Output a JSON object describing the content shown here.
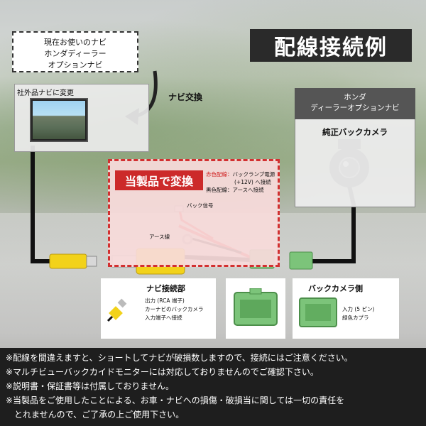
{
  "title": "配線接続例",
  "current_nav": {
    "lines": [
      "現在お使いのナビ",
      "ホンダディーラー",
      "オプションナビ"
    ]
  },
  "aftermarket": {
    "label": "社外品ナビに変更"
  },
  "swap": {
    "label": "ナビ交換"
  },
  "honda": {
    "header_lines": [
      "ホンダ",
      "ディーラーオプションナビ"
    ],
    "camera_label": "純正バックカメラ"
  },
  "product": {
    "banner": "当製品で変換",
    "red_label": "赤色配線：",
    "red_desc_1": "バックランプ電源",
    "red_desc_2": "(+12V) へ接続",
    "black_label": "黒色配線：",
    "black_desc": "アースへ接続",
    "back_signal": "バック信号",
    "earth_wire": "アース線"
  },
  "nav_connection": {
    "title": "ナビ接続部",
    "lines": [
      "出力 (RCA 端子)",
      "カーナビのバックカメラ",
      "入力端子へ接続"
    ]
  },
  "camera_side": {
    "title": "バックカメラ側",
    "lines": [
      "入力 (5 ピン)",
      "緑色カプラ"
    ]
  },
  "footer_lines": [
    "※配線を間違えますと、ショートしてナビが破損数しますので、接続にはご注意ください。",
    "※マルチビューバックカイドモニターには対応しておりませんのでご確認下さい。",
    "※説明書・保証書等は付属しておりません。",
    "※当製品をご使用したことによる、お車・ナビへの損傷・破損当に関しては一切の責任を",
    "　とれませんので、ご了承の上ご使用下さい。"
  ],
  "colors": {
    "banner_red": "#cc2a2a",
    "title_bg": "#2a2a2a",
    "rca_yellow": "#f2d21a",
    "coupler_green": "#7cc47a"
  }
}
